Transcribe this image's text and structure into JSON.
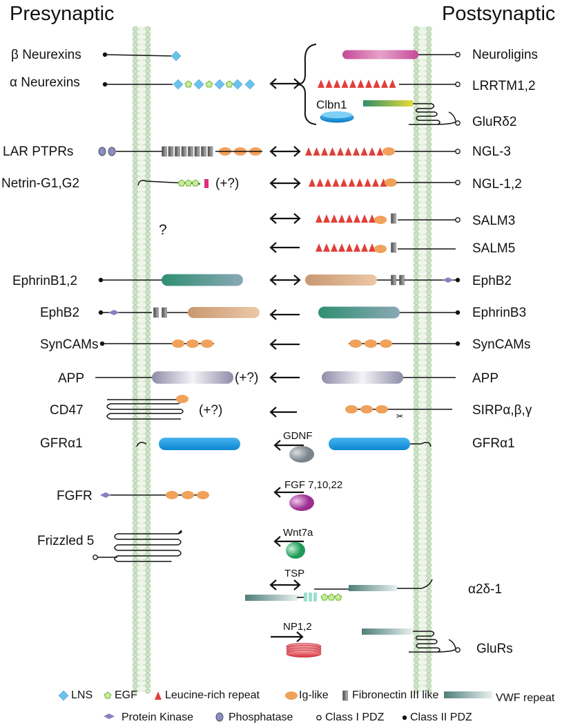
{
  "headers": {
    "left": "Presynaptic",
    "right": "Postsynaptic"
  },
  "left_labels": [
    "β Neurexins",
    "α Neurexins",
    "LAR  PTPRs",
    "Netrin-G1,G2",
    "?",
    "EphrinB1,2",
    "EphB2",
    "SynCAMs",
    "APP",
    "CD47",
    "GFRα1",
    "FGFR",
    "Frizzled 5"
  ],
  "right_labels": [
    "Neuroligins",
    "LRRTM1,2",
    "GluRδ2",
    "NGL-3",
    "NGL-1,2",
    "SALM3",
    "SALM5",
    "EphB2",
    "EphrinB3",
    "SynCAMs",
    "APP",
    "SIRPα,β,γ",
    "GFRα1",
    "α2δ-1",
    "GluRs"
  ],
  "inline_labels": {
    "clbn1": "Clbn1",
    "netrin_plus": "(+?)",
    "app_plus": "(+?)",
    "cd47_plus": "(+?)",
    "gdnf": "GDNF",
    "fgf": "FGF 7,10,22",
    "wnt": "Wnt7a",
    "tsp": "TSP",
    "np": "NP1,2"
  },
  "legend": {
    "row1": [
      "LNS",
      "EGF",
      "Leucine-rich repeat",
      "Ig-like",
      "Fibronectin III like",
      "VWF repeat"
    ],
    "row2": [
      "Protein Kinase",
      "Phosphatase",
      "Class I PDZ",
      "Class II PDZ"
    ]
  },
  "colors": {
    "lns": "#6ec1ec",
    "egf": "#8bd24a",
    "lrr": "#e0403a",
    "ig": "#f0a15a",
    "fn3": "#7d7d7d",
    "vwf": "#5e8f8a",
    "kinase": "#8c7fc0",
    "phosphatase": "#8c8cc8",
    "membrane": "#cfe5c8",
    "ephrin": "#4a9a84",
    "eph": "#c89a78",
    "app": "#9a98b0",
    "gfr": "#1a95e0",
    "neuroligin": "#cc5aa0"
  }
}
